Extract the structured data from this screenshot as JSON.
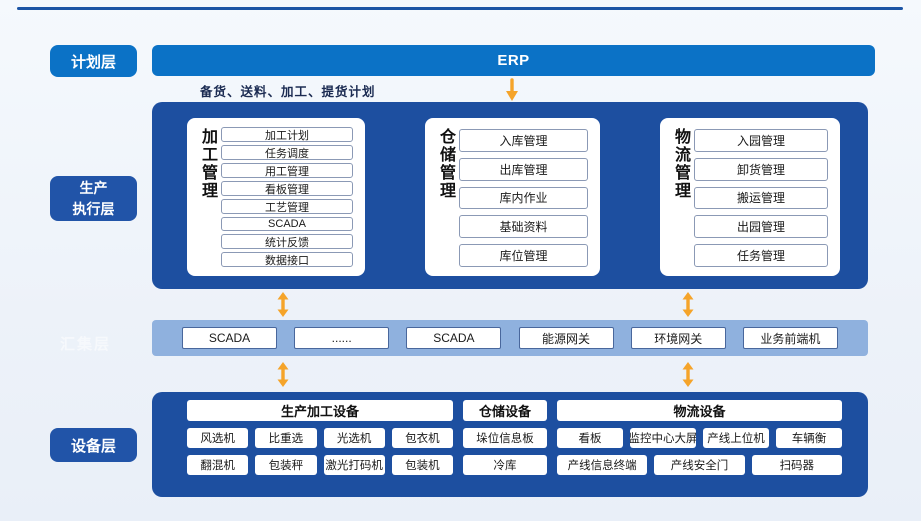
{
  "meta": {
    "colors": {
      "accent_bright_blue": "#0b72c6",
      "navy_tag_blue": "#2154a8",
      "layer_box_blue": "#1d4fa0",
      "aggregation_band_blue": "#8fb1de",
      "arrow_orange": "#f5a42a",
      "top_rule_blue": "#1c55a5"
    }
  },
  "layers": {
    "planning": {
      "label": "计划层",
      "erp": "ERP",
      "flow_note": "备货、送料、加工、提货计划"
    },
    "execution": {
      "label_line1": "生产",
      "label_line2": "执行层",
      "panels": {
        "processing": {
          "title": "加工管理",
          "items": [
            "加工计划",
            "任务调度",
            "用工管理",
            "看板管理",
            "工艺管理",
            "SCADA",
            "统计反馈",
            "数据接口"
          ]
        },
        "warehouse": {
          "title": "仓储管理",
          "items": [
            "入库管理",
            "出库管理",
            "库内作业",
            "基础资料",
            "库位管理"
          ]
        },
        "logistics": {
          "title": "物流管理",
          "items": [
            "入园管理",
            "卸货管理",
            "搬运管理",
            "出园管理",
            "任务管理"
          ]
        }
      }
    },
    "aggregation": {
      "label": "汇集层",
      "nodes": [
        "SCADA",
        "......",
        "SCADA",
        "能源网关",
        "环境网关",
        "业务前端机"
      ]
    },
    "device": {
      "label": "设备层",
      "groups": {
        "production": {
          "header": "生产加工设备",
          "row1": [
            "风选机",
            "比重选",
            "光选机",
            "包衣机"
          ],
          "row2": [
            "翻混机",
            "包装秤",
            "激光打码机",
            "包装机"
          ]
        },
        "warehouse": {
          "header": "仓储设备",
          "row1": [
            "垛位信息板"
          ],
          "row2": [
            "冷库"
          ]
        },
        "logistics": {
          "header": "物流设备",
          "row1": [
            "看板",
            "监控中心大屏",
            "产线上位机",
            "车辆衡"
          ],
          "row2": [
            "产线信息终端",
            "产线安全门",
            "扫码器"
          ]
        }
      }
    }
  }
}
